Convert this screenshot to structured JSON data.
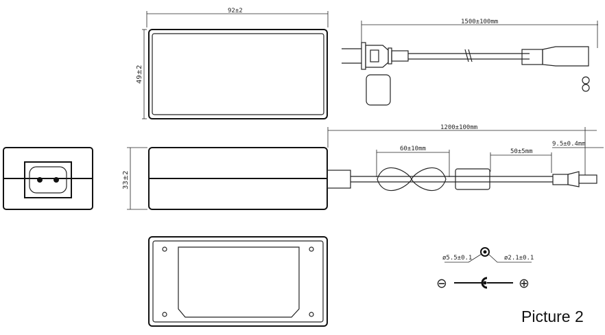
{
  "dimensions": {
    "length": "92±2",
    "width": "49±2",
    "height": "33±2",
    "ac_cord_length": "1500±100mm",
    "dc_cord_length": "1200±100mm",
    "cable_tie_length": "60±10mm",
    "ferrite_to_plug": "50±5mm",
    "plug_tip_length": "9.5±0.4mm",
    "outer_diameter": "ø5.5±0.1",
    "inner_diameter": "ø2.1±0.1"
  },
  "polarity": {
    "negative": "⊖",
    "positive": "⊕"
  },
  "caption": "Picture 2"
}
